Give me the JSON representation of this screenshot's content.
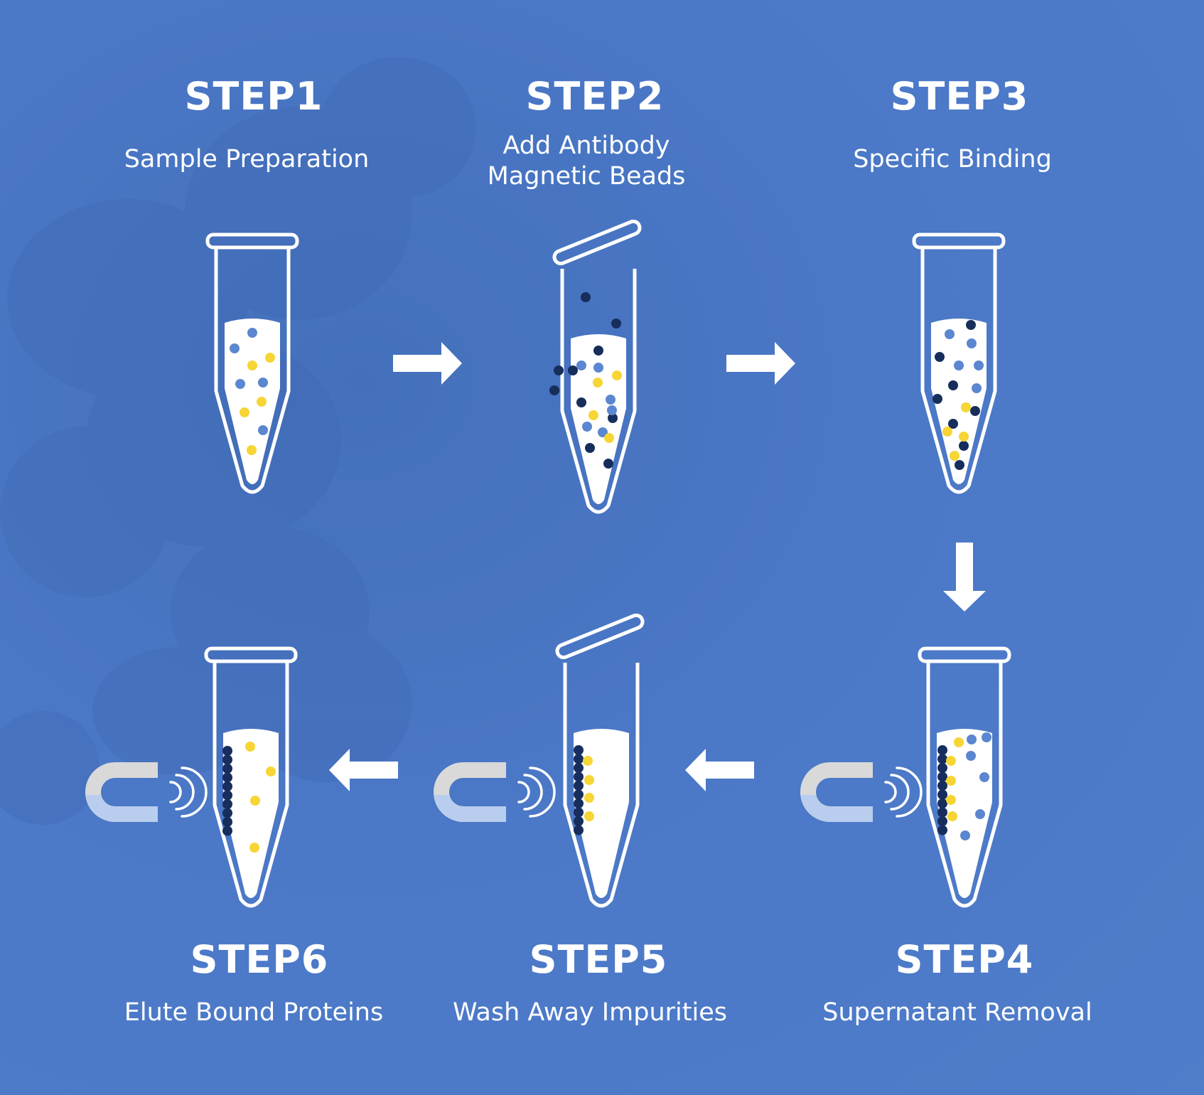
{
  "colors": {
    "background": "#4b78c7",
    "tube_outline": "#ffffff",
    "liquid": "#ffffff",
    "dot_light_blue": "#5b86d0",
    "dot_navy": "#172e5c",
    "dot_yellow": "#f6d535",
    "magnet_gray": "#d9d9d9",
    "magnet_tip": "#b9cdee"
  },
  "steps": [
    {
      "title": "STEP1",
      "subtitle": "Sample Preparation"
    },
    {
      "title": "STEP2",
      "subtitle_line1": "Add Antibody",
      "subtitle_line2": "Magnetic Beads"
    },
    {
      "title": "STEP3",
      "subtitle": "Specific Binding"
    },
    {
      "title": "STEP4",
      "subtitle": "Supernatant Removal"
    },
    {
      "title": "STEP5",
      "subtitle": "Wash Away Impurities"
    },
    {
      "title": "STEP6",
      "subtitle": "Elute Bound Proteins"
    }
  ],
  "icons": {
    "arrow": "arrow-icon",
    "magnet": "magnet-icon",
    "signal": "signal-waves-icon",
    "tube": "test-tube-icon"
  }
}
